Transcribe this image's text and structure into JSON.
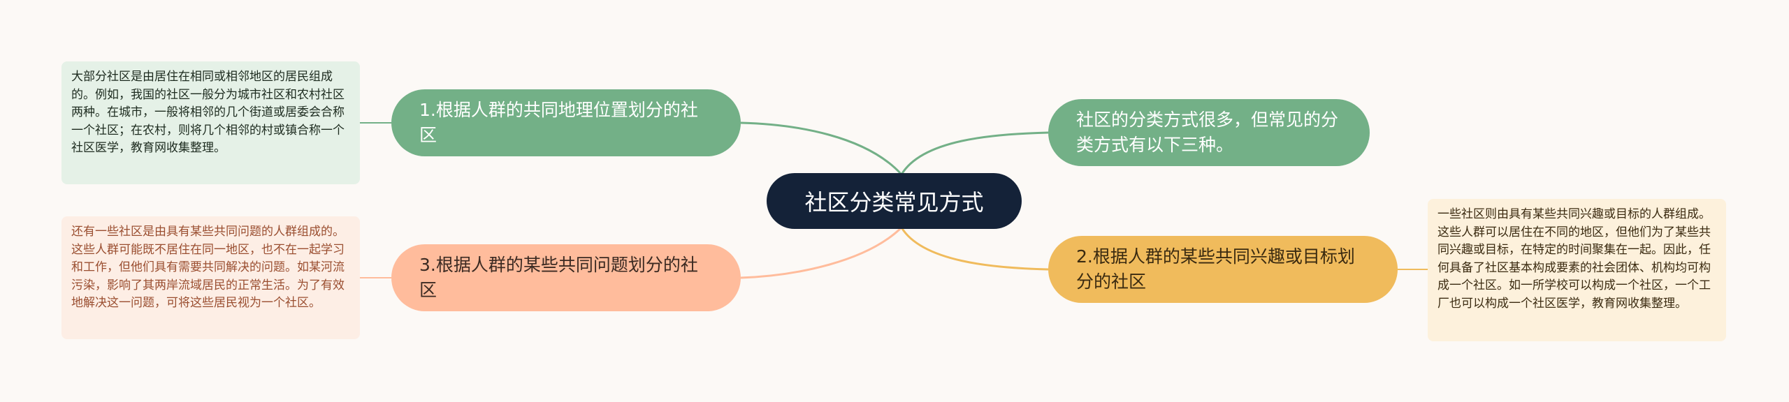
{
  "center": {
    "label": "社区分类常见方式"
  },
  "branches": [
    {
      "label": "1.根据人群的共同地理位置划分的社区"
    },
    {
      "label": "社区的分类方式很多，但常见的分类方式有以下三种。"
    },
    {
      "label": "3.根据人群的某些共同问题划分的社区"
    },
    {
      "label": "2.根据人群的某些共同兴趣或目标划分的社区"
    }
  ],
  "notes": [
    {
      "text": "大部分社区是由居住在相同或相邻地区的居民组成的。例如，我国的社区一般分为城市社区和农村社区两种。在城市，一般将相邻的几个街道或居委会合称一个社区；在农村，则将几个相邻的村或镇合称一个社区医学，教育网收集整理。"
    },
    {
      "text": "还有一些社区是由具有某些共同问题的人群组成的。这些人群可能既不居住在同一地区，也不在一起学习和工作，但他们具有需要共同解决的问题。如某河流污染，影响了其两岸流域居民的正常生活。为了有效地解决这一问题，可将这些居民视为一个社区。"
    },
    {
      "text": "一些社区则由具有某些共同兴趣或目标的人群组成。这些人群可以居住在不同的地区，但他们为了某些共同兴趣或目标，在特定的时间聚集在一起。因此，任何具备了社区基本构成要素的社会团体、机构均可构成一个社区。如一所学校可以构成一个社区，一个工厂也可以构成一个社区医学，教育网收集整理。"
    }
  ],
  "colors": {
    "background": "#fcf9f6",
    "center": "#142238",
    "green": "#73b087",
    "orange": "#f0bb5c",
    "peach": "#ffbc9c"
  }
}
